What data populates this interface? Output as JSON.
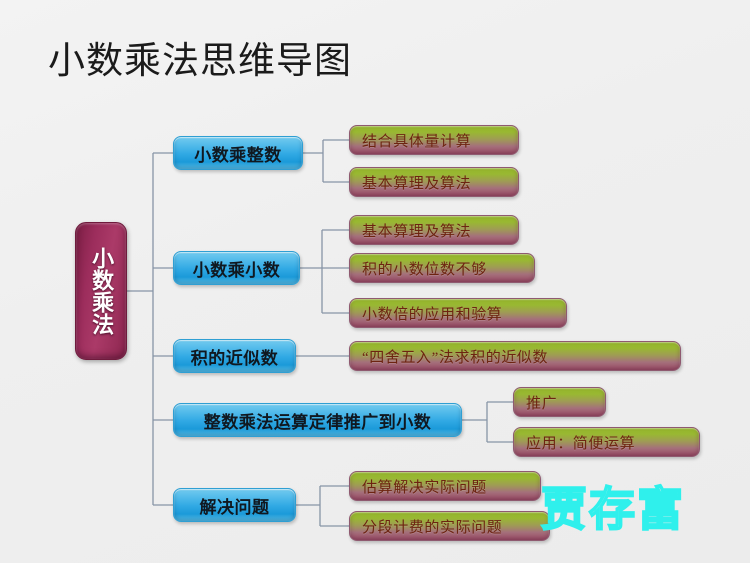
{
  "title": "小数乘法思维导图",
  "watermark": "贾存富",
  "colors": {
    "background": "#f0f0f0",
    "root_node": "#9c2d5c",
    "branch_node": "#31a9e4",
    "leaf_node_top": "#93b52b",
    "leaf_node_bottom": "#9b5068",
    "leaf_text": "#6d2410",
    "connector": "#8795a6",
    "watermark": "#2ff0ec",
    "title_text": "#1b1b1b"
  },
  "mindmap": {
    "root": {
      "label": "小数乘法",
      "orientation": "vertical"
    },
    "branches": [
      {
        "label": "小数乘整数",
        "children": [
          {
            "label": "结合具体量计算"
          },
          {
            "label": "基本算理及算法"
          }
        ]
      },
      {
        "label": "小数乘小数",
        "children": [
          {
            "label": "基本算理及算法"
          },
          {
            "label": "积的小数位数不够"
          },
          {
            "label": "小数倍的应用和验算"
          }
        ]
      },
      {
        "label": "积的近似数",
        "children": [
          {
            "label": "“四舍五入”法求积的近似数"
          }
        ]
      },
      {
        "label": "整数乘法运算定律推广到小数",
        "children": [
          {
            "label": "推广"
          },
          {
            "label": "应用：简便运算"
          }
        ]
      },
      {
        "label": "解决问题",
        "children": [
          {
            "label": "估算解决实际问题"
          },
          {
            "label": "分段计费的实际问题"
          }
        ]
      }
    ]
  }
}
